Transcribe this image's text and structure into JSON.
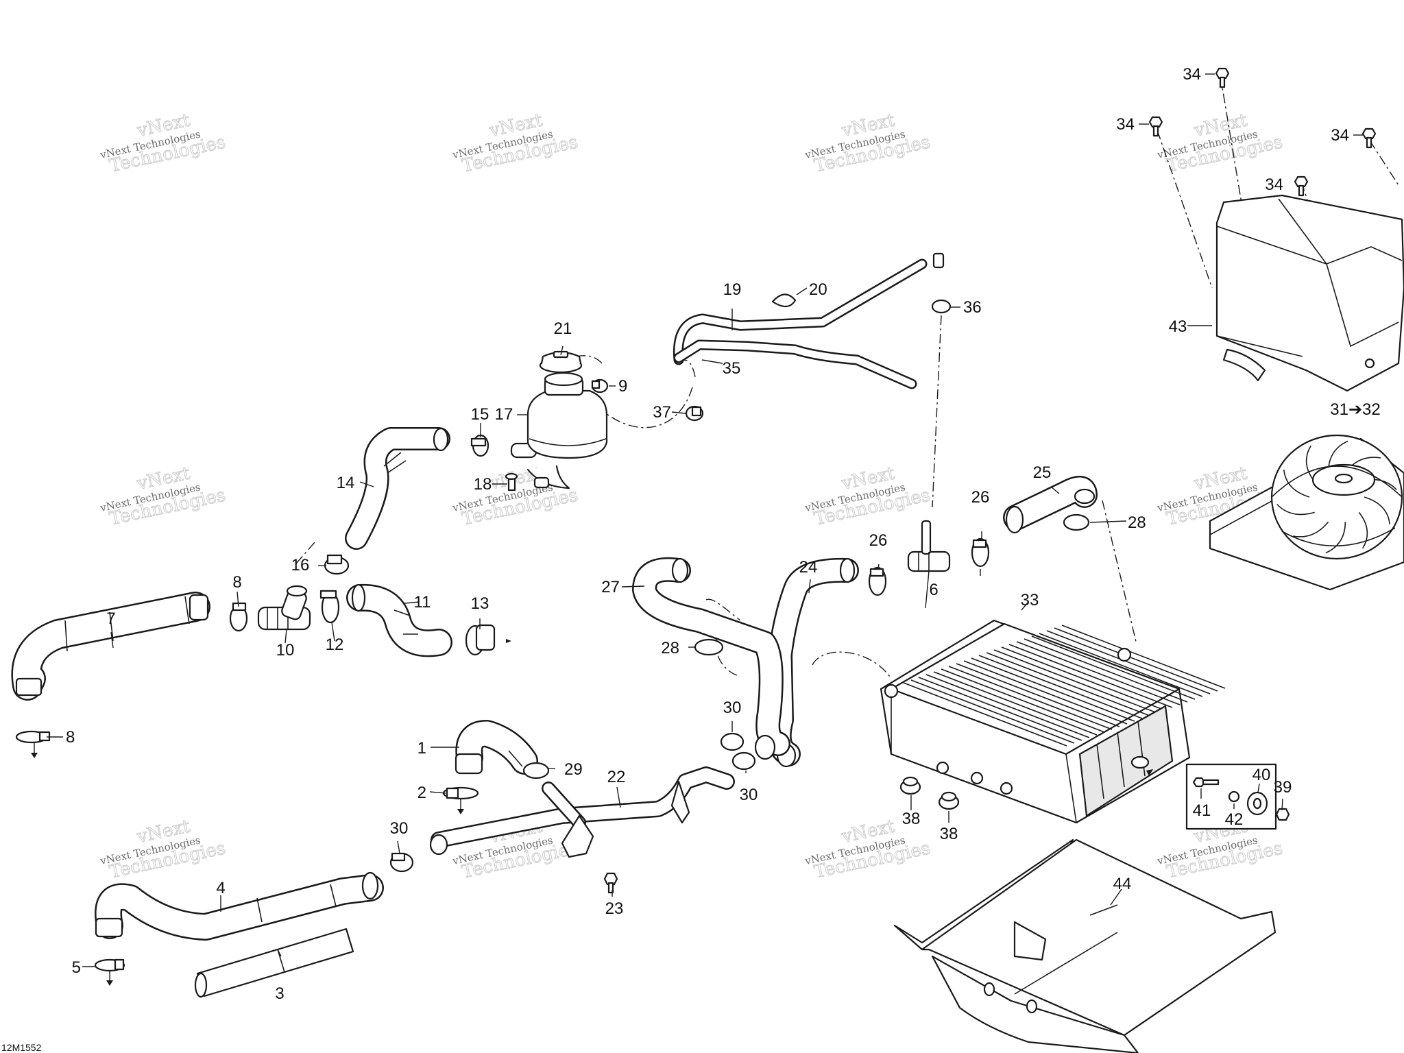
{
  "diagram": {
    "reference_code": "12M1552",
    "watermark": {
      "line1": "vNext Technologies",
      "line2": "vNext",
      "line3": "Technologies"
    },
    "callouts": {
      "c1": "1",
      "c2": "2",
      "c3": "3",
      "c4": "4",
      "c5": "5",
      "c6": "6",
      "c7": "7",
      "c8a": "8",
      "c8b": "8",
      "c9": "9",
      "c10": "10",
      "c11": "11",
      "c12": "12",
      "c13": "13",
      "c14": "14",
      "c15": "15",
      "c16": "16",
      "c17": "17",
      "c18": "18",
      "c19": "19",
      "c20": "20",
      "c21": "21",
      "c22": "22",
      "c23": "23",
      "c24": "24",
      "c25": "25",
      "c26a": "26",
      "c26b": "26",
      "c27": "27",
      "c28a": "28",
      "c28b": "28",
      "c29": "29",
      "c30a": "30",
      "c30b": "30",
      "c30c": "30",
      "c31_32": "31➔32",
      "c33": "33",
      "c34a": "34",
      "c34b": "34",
      "c34c": "34",
      "c34d": "34",
      "c35": "35",
      "c36": "36",
      "c37": "37",
      "c38a": "38",
      "c38b": "38",
      "c39": "39",
      "c40": "40",
      "c41": "41",
      "c42": "42",
      "c43": "43",
      "c44": "44"
    }
  }
}
